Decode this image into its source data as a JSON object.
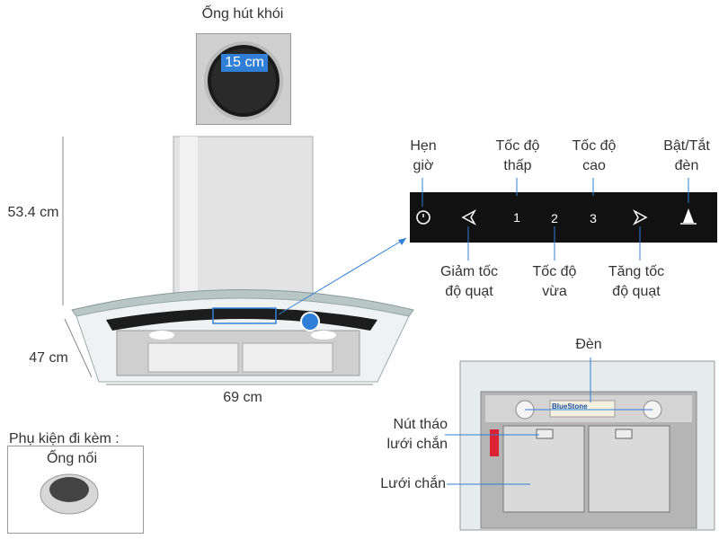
{
  "duct_pipe": {
    "title": "Ống hút khói",
    "diameter": "15 cm"
  },
  "dimensions": {
    "height": "53.4 cm",
    "depth": "47 cm",
    "width": "69 cm"
  },
  "control_panel": {
    "timer": [
      "Hẹn",
      "giờ"
    ],
    "speed_low": [
      "Tốc độ",
      "thấp"
    ],
    "speed_high": [
      "Tốc độ",
      "cao"
    ],
    "light_toggle": [
      "Bật/Tắt",
      "đèn"
    ],
    "speed_decrease": [
      "Giảm tốc",
      "độ quạt"
    ],
    "speed_medium": [
      "Tốc độ",
      "vừa"
    ],
    "speed_increase": [
      "Tăng tốc",
      "độ quạt"
    ],
    "key1": "1",
    "key2": "2",
    "key3": "3"
  },
  "underside": {
    "light": "Đèn",
    "filter_release": [
      "Nút tháo",
      "lưới chắn"
    ],
    "filter": "Lưới chắn",
    "brand": "BlueStone"
  },
  "accessories": {
    "title": "Phụ kiện đi kèm :",
    "item": "Ống nối"
  },
  "colors": {
    "panel": "#111111",
    "blue": "#2f7fd6",
    "steel": "#c9c9c9"
  }
}
